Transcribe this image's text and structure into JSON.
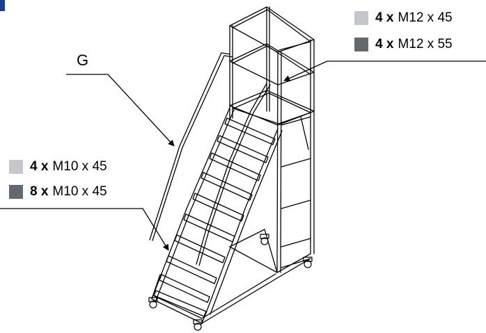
{
  "callout_label": "G",
  "colors": {
    "light_swatch": "#c4c7cc",
    "dark_swatch": "#626a70",
    "corner_mark": "#1f3d8a"
  },
  "legend_top": [
    {
      "qty": "4 x",
      "spec": "M12 x 45",
      "swatch": "light"
    },
    {
      "qty": "4 x",
      "spec": "M12 x 55",
      "swatch": "dark"
    }
  ],
  "legend_left": [
    {
      "qty": "4 x",
      "spec": "M10 x 45",
      "swatch": "light"
    },
    {
      "qty": "8 x",
      "spec": "M10 x 45",
      "swatch": "dark"
    }
  ]
}
